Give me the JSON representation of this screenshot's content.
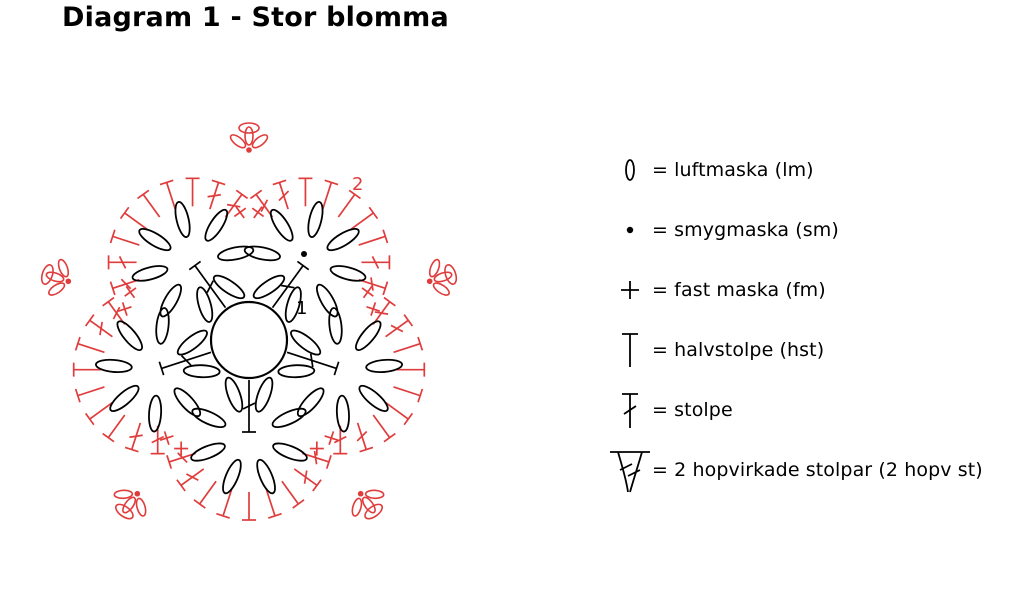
{
  "title": "Diagram 1 - Stor blomma",
  "diagram": {
    "round_labels": [
      {
        "text": "1",
        "color": "#000000"
      },
      {
        "text": "2",
        "color": "#e03c3c"
      }
    ],
    "colors": {
      "round_1": "#000000",
      "round_2": "#e03c3c"
    }
  },
  "legend": {
    "items": [
      {
        "symbol": "chain-stitch-icon",
        "label": "= luftmaska (lm)"
      },
      {
        "symbol": "slip-stitch-icon",
        "label": "= smygmaska (sm)"
      },
      {
        "symbol": "single-crochet-icon",
        "label": "= fast maska (fm)"
      },
      {
        "symbol": "half-double-crochet-icon",
        "label": "= halvstolpe (hst)"
      },
      {
        "symbol": "double-crochet-icon",
        "label": "= stolpe"
      },
      {
        "symbol": "double-crochet-cluster-icon",
        "label": "= 2 hopvirkade stolpar (2 hopv st)"
      }
    ]
  }
}
